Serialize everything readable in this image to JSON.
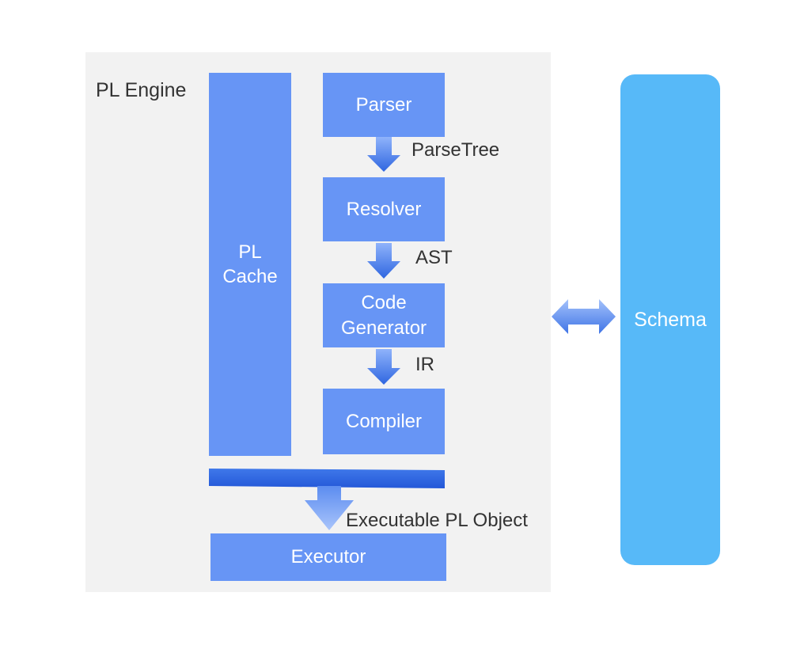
{
  "engine": {
    "label": "PL Engine"
  },
  "nodes": {
    "pl_cache": "PL\nCache",
    "parser": "Parser",
    "resolver": "Resolver",
    "code_generator": "Code\nGenerator",
    "compiler": "Compiler",
    "executor": "Executor",
    "schema": "Schema"
  },
  "edges": {
    "parser_to_resolver": "ParseTree",
    "resolver_to_codegen": "AST",
    "codegen_to_compiler": "IR",
    "to_executor": "Executable PL Object"
  },
  "colors": {
    "engine_bg": "#f2f2f2",
    "box": "#6795f5",
    "schema": "#57b9f8",
    "arrow_top": "#8fb3fb",
    "arrow_bottom": "#2f66e0"
  }
}
